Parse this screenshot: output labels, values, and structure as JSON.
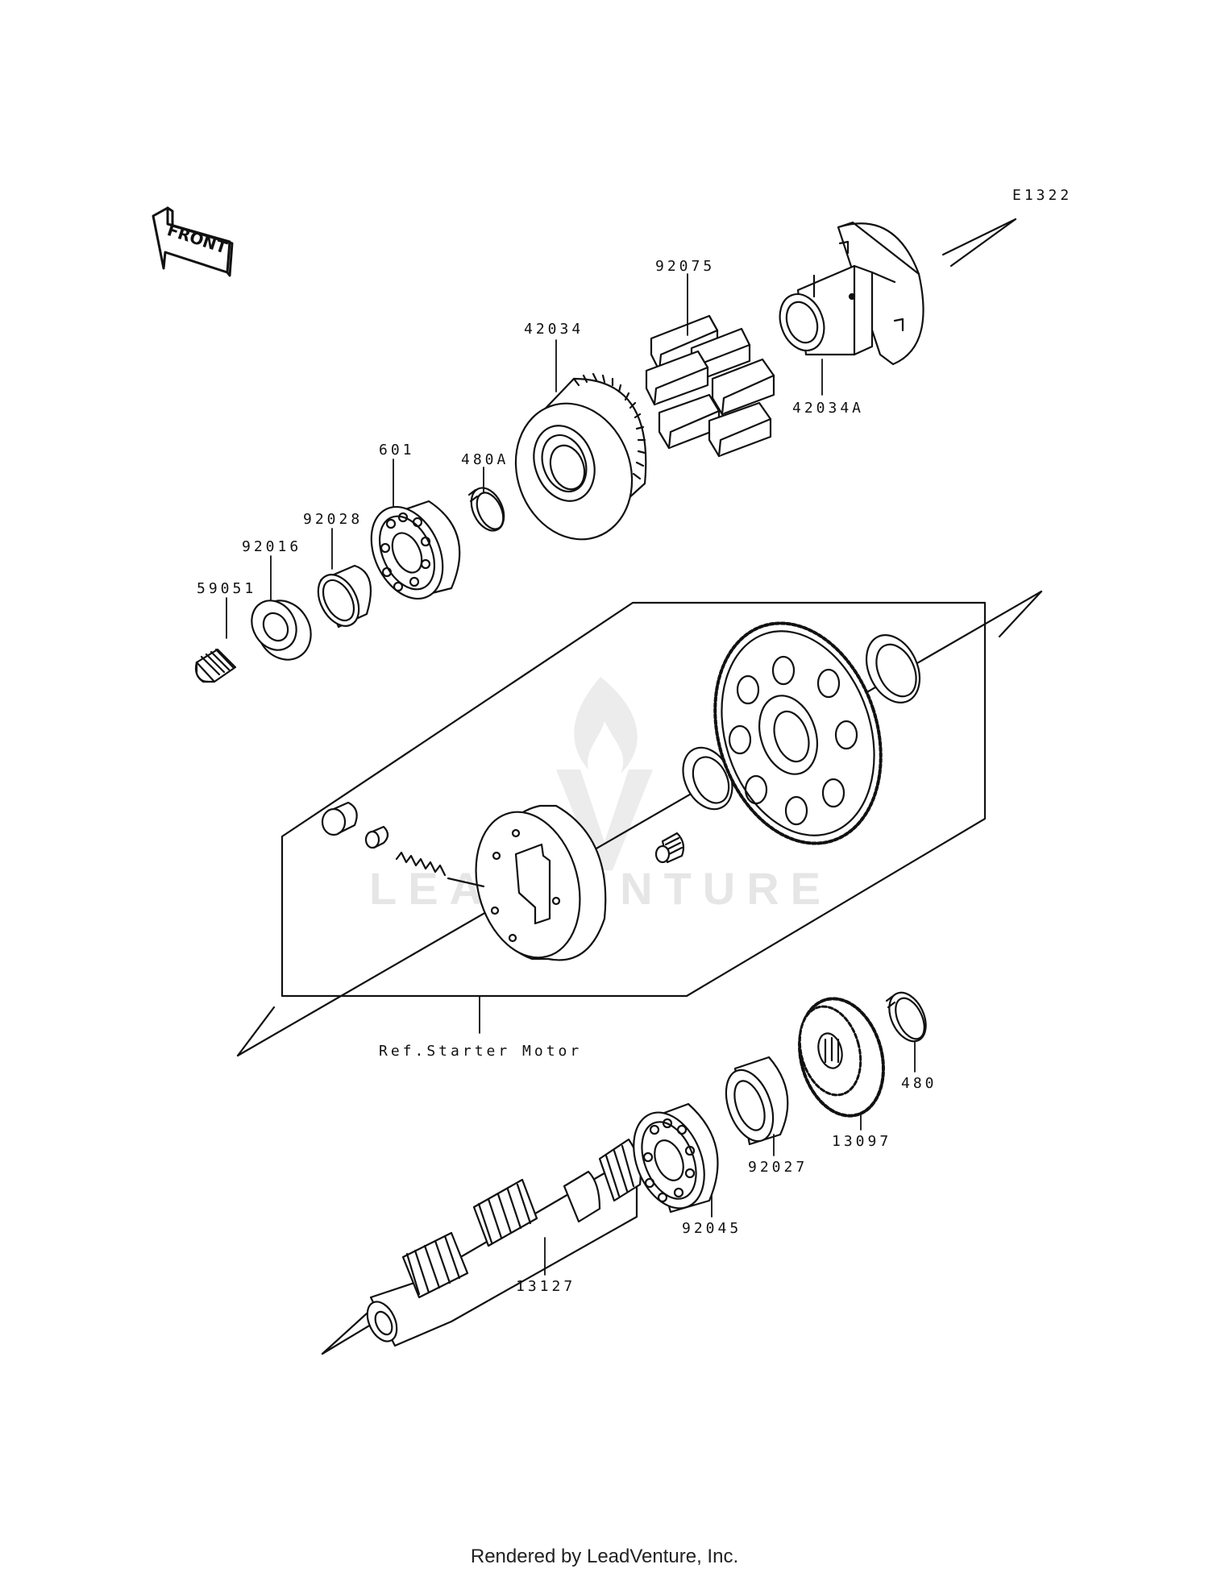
{
  "diagram": {
    "code": "E1322",
    "front_label": "FRONT",
    "ref_note": "Ref.Starter Motor",
    "watermark": "LEADVENTURE",
    "parts": {
      "p92075": "92075",
      "p42034": "42034",
      "p42034A": "42034A",
      "p480A": "480A",
      "p601": "601",
      "p92028": "92028",
      "p92016": "92016",
      "p59051": "59051",
      "p480": "480",
      "p13097": "13097",
      "p92027": "92027",
      "p92045": "92045",
      "p13127": "13127"
    }
  },
  "footer": {
    "text": "Rendered by LeadVenture, Inc."
  }
}
